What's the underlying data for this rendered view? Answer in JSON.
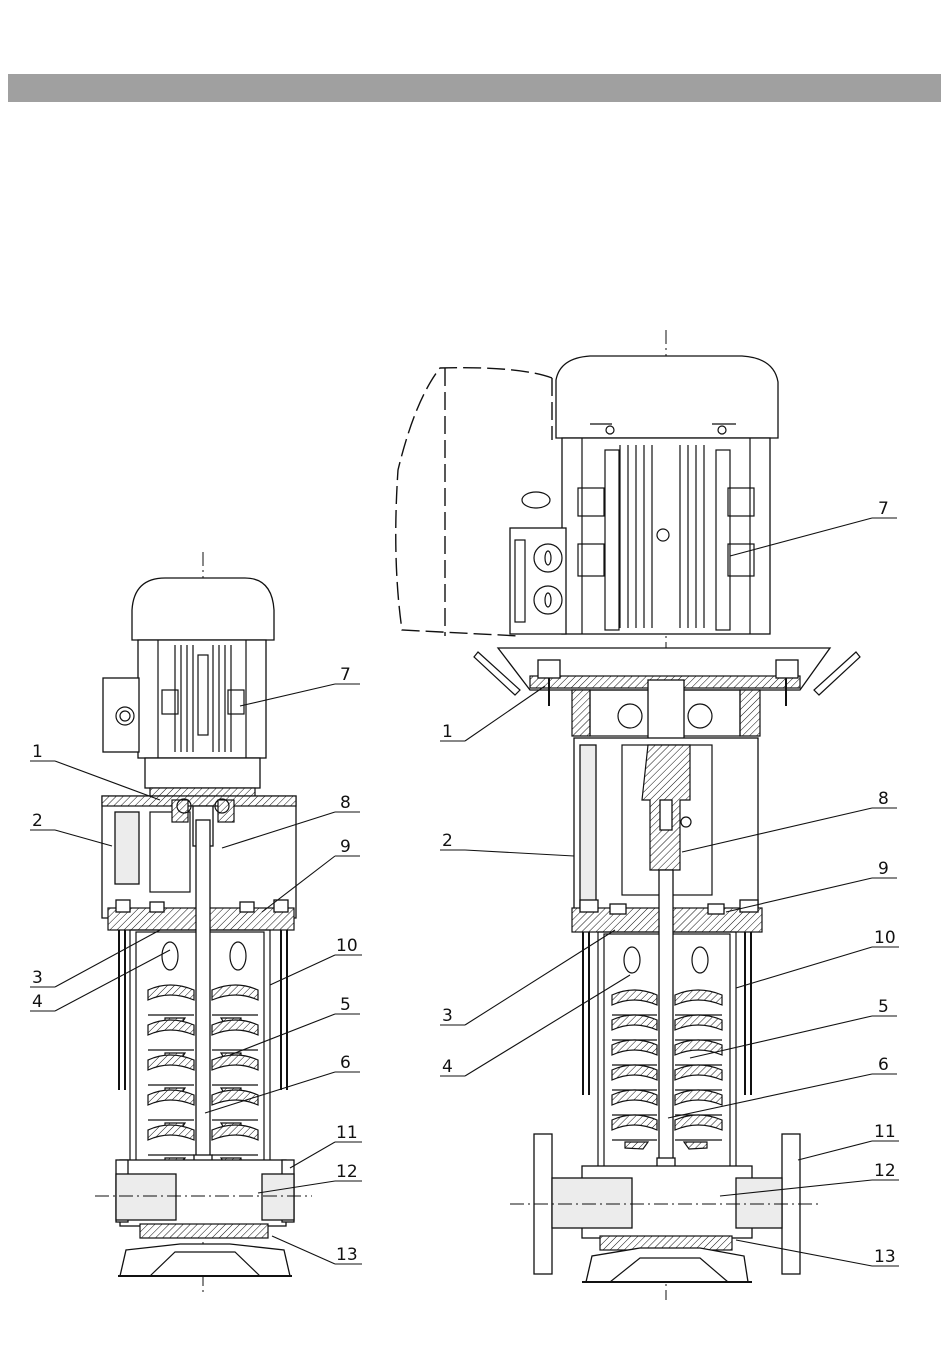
{
  "header": {
    "title": ""
  },
  "diagram_left": {
    "callouts": [
      {
        "id": "callout-1",
        "label": "1"
      },
      {
        "id": "callout-2",
        "label": "2"
      },
      {
        "id": "callout-3",
        "label": "3"
      },
      {
        "id": "callout-4",
        "label": "4"
      },
      {
        "id": "callout-5",
        "label": "5"
      },
      {
        "id": "callout-6",
        "label": "6"
      },
      {
        "id": "callout-7",
        "label": "7"
      },
      {
        "id": "callout-8",
        "label": "8"
      },
      {
        "id": "callout-9",
        "label": "9"
      },
      {
        "id": "callout-10",
        "label": "10"
      },
      {
        "id": "callout-11",
        "label": "11"
      },
      {
        "id": "callout-12",
        "label": "12"
      },
      {
        "id": "callout-13",
        "label": "13"
      }
    ]
  },
  "diagram_right": {
    "callouts": [
      {
        "id": "callout-1",
        "label": "1"
      },
      {
        "id": "callout-2",
        "label": "2"
      },
      {
        "id": "callout-3",
        "label": "3"
      },
      {
        "id": "callout-4",
        "label": "4"
      },
      {
        "id": "callout-5",
        "label": "5"
      },
      {
        "id": "callout-6",
        "label": "6"
      },
      {
        "id": "callout-7",
        "label": "7"
      },
      {
        "id": "callout-8",
        "label": "8"
      },
      {
        "id": "callout-9",
        "label": "9"
      },
      {
        "id": "callout-10",
        "label": "10"
      },
      {
        "id": "callout-11",
        "label": "11"
      },
      {
        "id": "callout-12",
        "label": "12"
      },
      {
        "id": "callout-13",
        "label": "13"
      }
    ]
  }
}
